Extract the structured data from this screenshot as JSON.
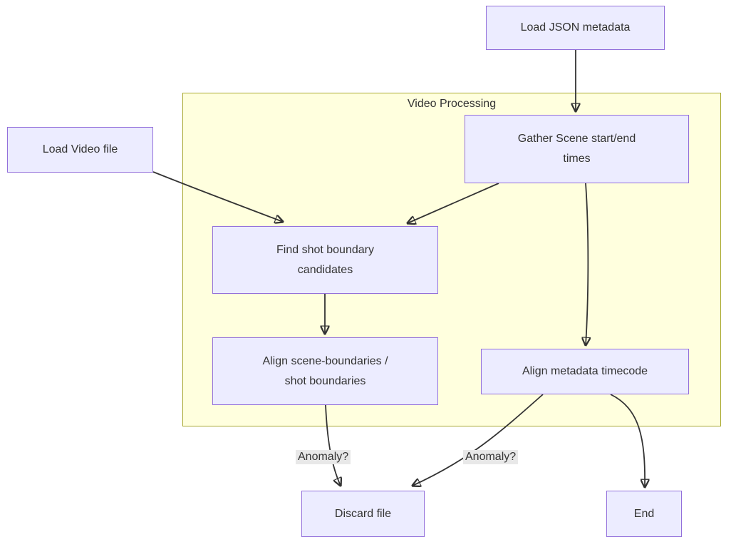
{
  "diagram": {
    "type": "flowchart",
    "cluster": {
      "title": "Video Processing"
    },
    "nodes": {
      "load_json": {
        "label": "Load JSON metadata"
      },
      "load_video": {
        "label": "Load Video file"
      },
      "gather": {
        "label": [
          "Gather Scene start/end",
          "times"
        ]
      },
      "find_shot": {
        "label": [
          "Find shot boundary",
          "candidates"
        ]
      },
      "align_scene": {
        "label": [
          "Align scene-boundaries /",
          "shot boundaries"
        ]
      },
      "align_meta": {
        "label": "Align metadata timecode"
      },
      "discard": {
        "label": "Discard file"
      },
      "end": {
        "label": "End"
      }
    },
    "edge_labels": {
      "anomaly_1": "Anomaly?",
      "anomaly_2": "Anomaly?"
    },
    "edges": [
      {
        "from": "Load JSON metadata",
        "to": "Gather Scene start/end times",
        "label": ""
      },
      {
        "from": "Load Video file",
        "to": "Find shot boundary candidates",
        "label": ""
      },
      {
        "from": "Gather Scene start/end times",
        "to": "Find shot boundary candidates",
        "label": ""
      },
      {
        "from": "Gather Scene start/end times",
        "to": "Align metadata timecode",
        "label": ""
      },
      {
        "from": "Find shot boundary candidates",
        "to": "Align scene-boundaries / shot boundaries",
        "label": ""
      },
      {
        "from": "Align scene-boundaries / shot boundaries",
        "to": "Discard file",
        "label": "Anomaly?"
      },
      {
        "from": "Align metadata timecode",
        "to": "Discard file",
        "label": "Anomaly?"
      },
      {
        "from": "Align metadata timecode",
        "to": "End",
        "label": ""
      }
    ],
    "colors": {
      "node_fill": "#ECECFF",
      "node_border": "#9370DB",
      "cluster_fill": "#FFFFDE",
      "cluster_border": "#AAAA33",
      "edge_label_bg": "#E8E8E8",
      "text": "#333333",
      "line": "#333333"
    }
  }
}
